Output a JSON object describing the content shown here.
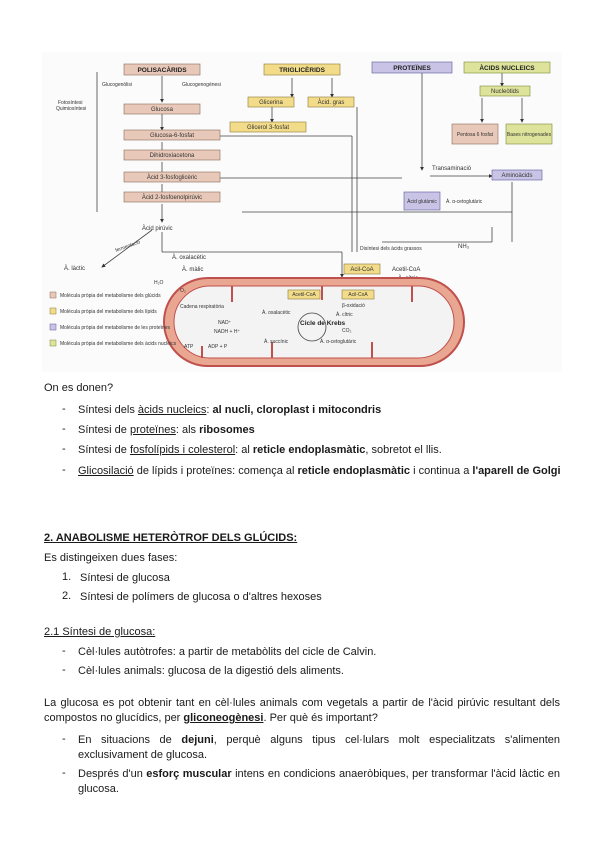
{
  "diagram": {
    "polisacarids": "POLISACÀRIDS",
    "glucogenolisi": "Glucogenòlisi",
    "glucogenogenesi": "Glucogenogènesi",
    "fotosintesi": "Fotosíntesi",
    "quimiosintesi": "Quimiosíntesi",
    "glucosa": "Glucosa",
    "glucosa6": "Glucosa-6-fosfat",
    "dihidroxiacetona": "Dihidroxiacetona",
    "acid3": "Àcid 3-fosfoglicèric",
    "acid2": "Àcid 2-fosfoenolpirúvic",
    "acid_piruvic": "Àcid pirúvic",
    "fermentacio": "fermentació",
    "acid_lactic": "À. làctic",
    "a_oxalacetic": "À. oxalacètic",
    "a_malic": "À. màlic",
    "trigliceris": "TRIGLICÈRIDS",
    "glicerina": "Glicerina",
    "acids_grassos": "Àcid. gras",
    "glicerol3": "Glicerol 3-fosfat",
    "proteines": "PROTEÏNES",
    "acids_nucleics": "ÀCIDS NUCLEICS",
    "nucleotids": "Nucleòtids",
    "pentosa": "Pentosa 6 fosfat",
    "bases": "Bases nitrogenades",
    "transaminacio": "Transaminació",
    "aminoacids": "Aminoàcids",
    "acid_glutamic": "Àcid glutàmic",
    "cetoglutaric": "À. α-cetoglutàric",
    "nh3": "NH₃",
    "disintesi": "Disíntesi dels àcids grassos",
    "acil_coa": "Acil-CoA",
    "acetil_coa_out": "Acetil-CoA",
    "a_citric_out": "À. cítric",
    "acetil_coa": "Acetil-CoA",
    "acil_coa_in": "Acil-CoA",
    "beta_oxidacio": "β-oxidació",
    "cadena": "Cadena respiratòria",
    "nad": "NAD⁺",
    "nadh": "NADH + H⁺",
    "a_oxalacetic_in": "À. oxalacètic",
    "a_citric_in": "À. cítric",
    "cicle": "Cicle de Krebs",
    "co2": "CO₂",
    "a_succinic": "À. succínic",
    "a_cetoglutaric_in": "À. α-cetoglutàric",
    "h2o": "H₂O",
    "o2": "O₂",
    "atp": "ATP",
    "adp": "ADP + P",
    "legend": [
      "Molècula pròpia del metabolisme dels glúcids",
      "Molècula pròpia del metabolisme dels lípids",
      "Molècula pròpia del metabolisme de les proteïnes",
      "Molècula pròpia del metabolisme dels àcids nucleics"
    ],
    "colors": {
      "carbs": "#e8c8b8",
      "lipids": "#f2dc8a",
      "proteins": "#c9c3e6",
      "nucleic": "#dde39a",
      "mito": "#e9a690",
      "mito_edge": "#c0504d"
    }
  },
  "where": {
    "question": "On es donen?",
    "items": [
      {
        "pre": "Síntesi dels ",
        "u": "àcids nucleics",
        "mid": ": ",
        "b": "al nucli, cloroplast i mitocondris",
        "post": ""
      },
      {
        "pre": "Síntesi de ",
        "u": "proteïnes",
        "mid": ": als ",
        "b": "ribosomes",
        "post": ""
      },
      {
        "pre": "Síntesi de ",
        "u": "fosfolípids i colesterol",
        "mid": ": al ",
        "b": "reticle endoplasmàtic",
        "post": ", sobretot el llis."
      },
      {
        "pre": "",
        "u": "Glicosilació",
        "mid": " de lípids i proteïnes: comença al ",
        "b": "reticle endoplasmàtic",
        "post": " i continua a ",
        "b2": "l'aparell de Golgi"
      }
    ]
  },
  "section2": {
    "title": "2. ANABOLISME HETERÒTROF DELS GLÚCIDS:",
    "intro": "Es distingeixen dues fases:",
    "phases": [
      "Síntesi de glucosa",
      "Síntesi de polímers de glucosa o d'altres hexoses"
    ],
    "sub_title": "2.1 Síntesi de glucosa:",
    "cells": [
      "Cèl·lules autòtrofes: a partir de metabòlits del cicle de Calvin.",
      "Cèl·lules animals: glucosa de la digestió dels aliments."
    ],
    "para_pre": "La glucosa es pot obtenir tant en cèl·lules animals com vegetals a partir de l'àcid pirúvic resultant dels compostos no glucídics, per ",
    "para_u": "gliconeogènesi",
    "para_post": ". Per què és important?",
    "reasons": [
      {
        "pre": "En situacions de ",
        "b": "dejuni",
        "post": ", perquè alguns tipus cel·lulars molt especialitzats s'alimenten exclusivament de glucosa."
      },
      {
        "pre": "Després d'un ",
        "b": "esforç muscular",
        "post": " intens en condicions anaeròbiques, per transformar l'àcid làctic en glucosa."
      }
    ]
  }
}
